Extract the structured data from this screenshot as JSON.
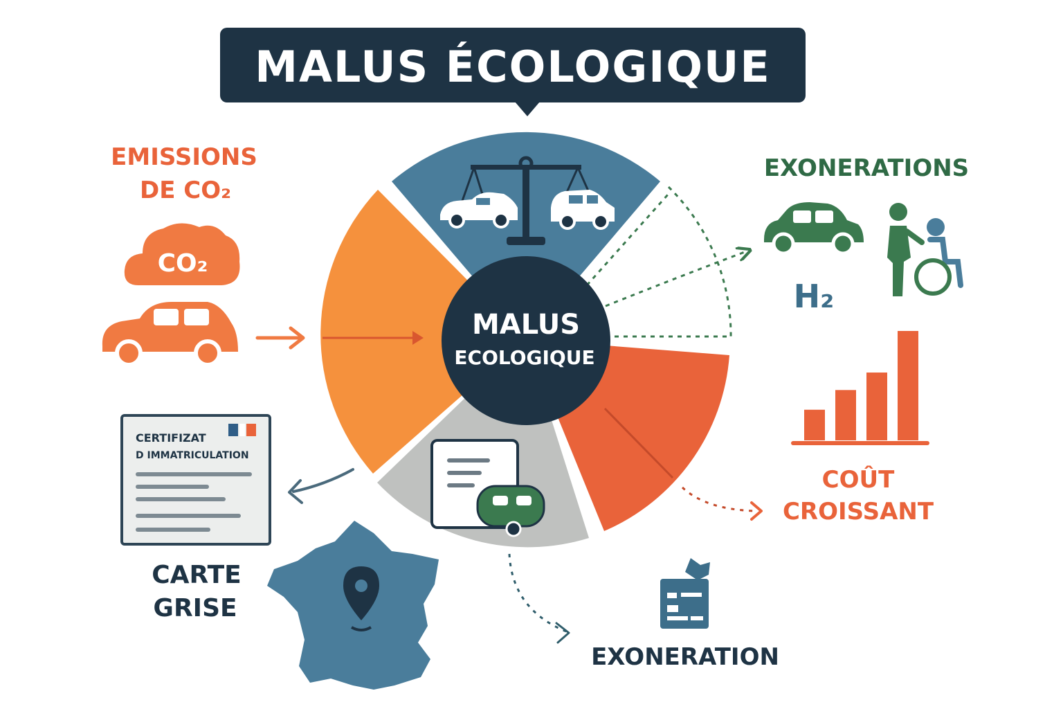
{
  "title": "MALUS ÉCOLOGIQUE",
  "center": {
    "line1": "MALUS",
    "line2": "ECOLOGIQUE"
  },
  "emissions": {
    "line1": "EMISSIONS",
    "line2": "DE CO₂",
    "cloud_label": "CO₂"
  },
  "exonerations": {
    "label": "EXONERATIONS",
    "h2_label": "H₂"
  },
  "cout": {
    "line1": "COÛT",
    "line2": "CROISSANT",
    "bars": [
      0.28,
      0.46,
      0.62,
      1.0
    ]
  },
  "certificate": {
    "line1": "CERTIFIZAT",
    "line2": "D IMMATRICULATION"
  },
  "carte_grise": {
    "line1": "CARTE",
    "line2": "GRISE"
  },
  "exoneration_bottom": {
    "label": "EXONERATION"
  },
  "colors": {
    "navy": "#1e3344",
    "blue": "#4a7d9b",
    "orange": "#f5913d",
    "red_orange": "#e9633a",
    "grey": "#bfc1bf",
    "green": "#3b7a4f",
    "dark_green": "#2f6a45"
  },
  "icons": [
    "balance-scale-icon",
    "car-icon",
    "cloud-icon",
    "certificate-icon",
    "france-map-icon",
    "location-pin-icon",
    "bar-chart-icon",
    "wheelchair-icon",
    "document-icon",
    "id-card-icon"
  ]
}
